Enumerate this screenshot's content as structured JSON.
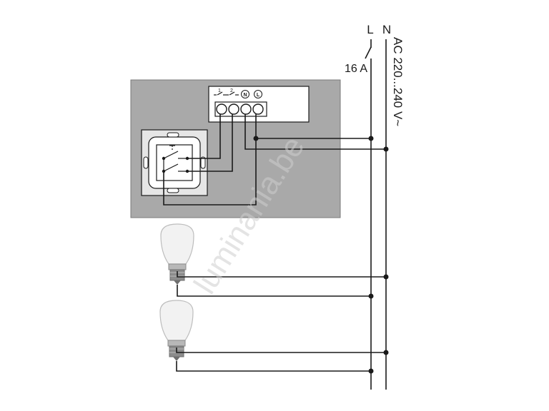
{
  "labels": {
    "line": "L",
    "neutral": "N",
    "fuse": "16 A",
    "supply": "AC 220...240 V~",
    "terminal_1": "1",
    "terminal_2": "2",
    "terminal_n": "N",
    "terminal_l": "L"
  },
  "watermark": "luminania.be",
  "colors": {
    "panel": "#a9a9a9",
    "wire": "#1a1a1a",
    "bulb_glass": "#f2f2f2",
    "bulb_base": "#8c8c8c"
  }
}
